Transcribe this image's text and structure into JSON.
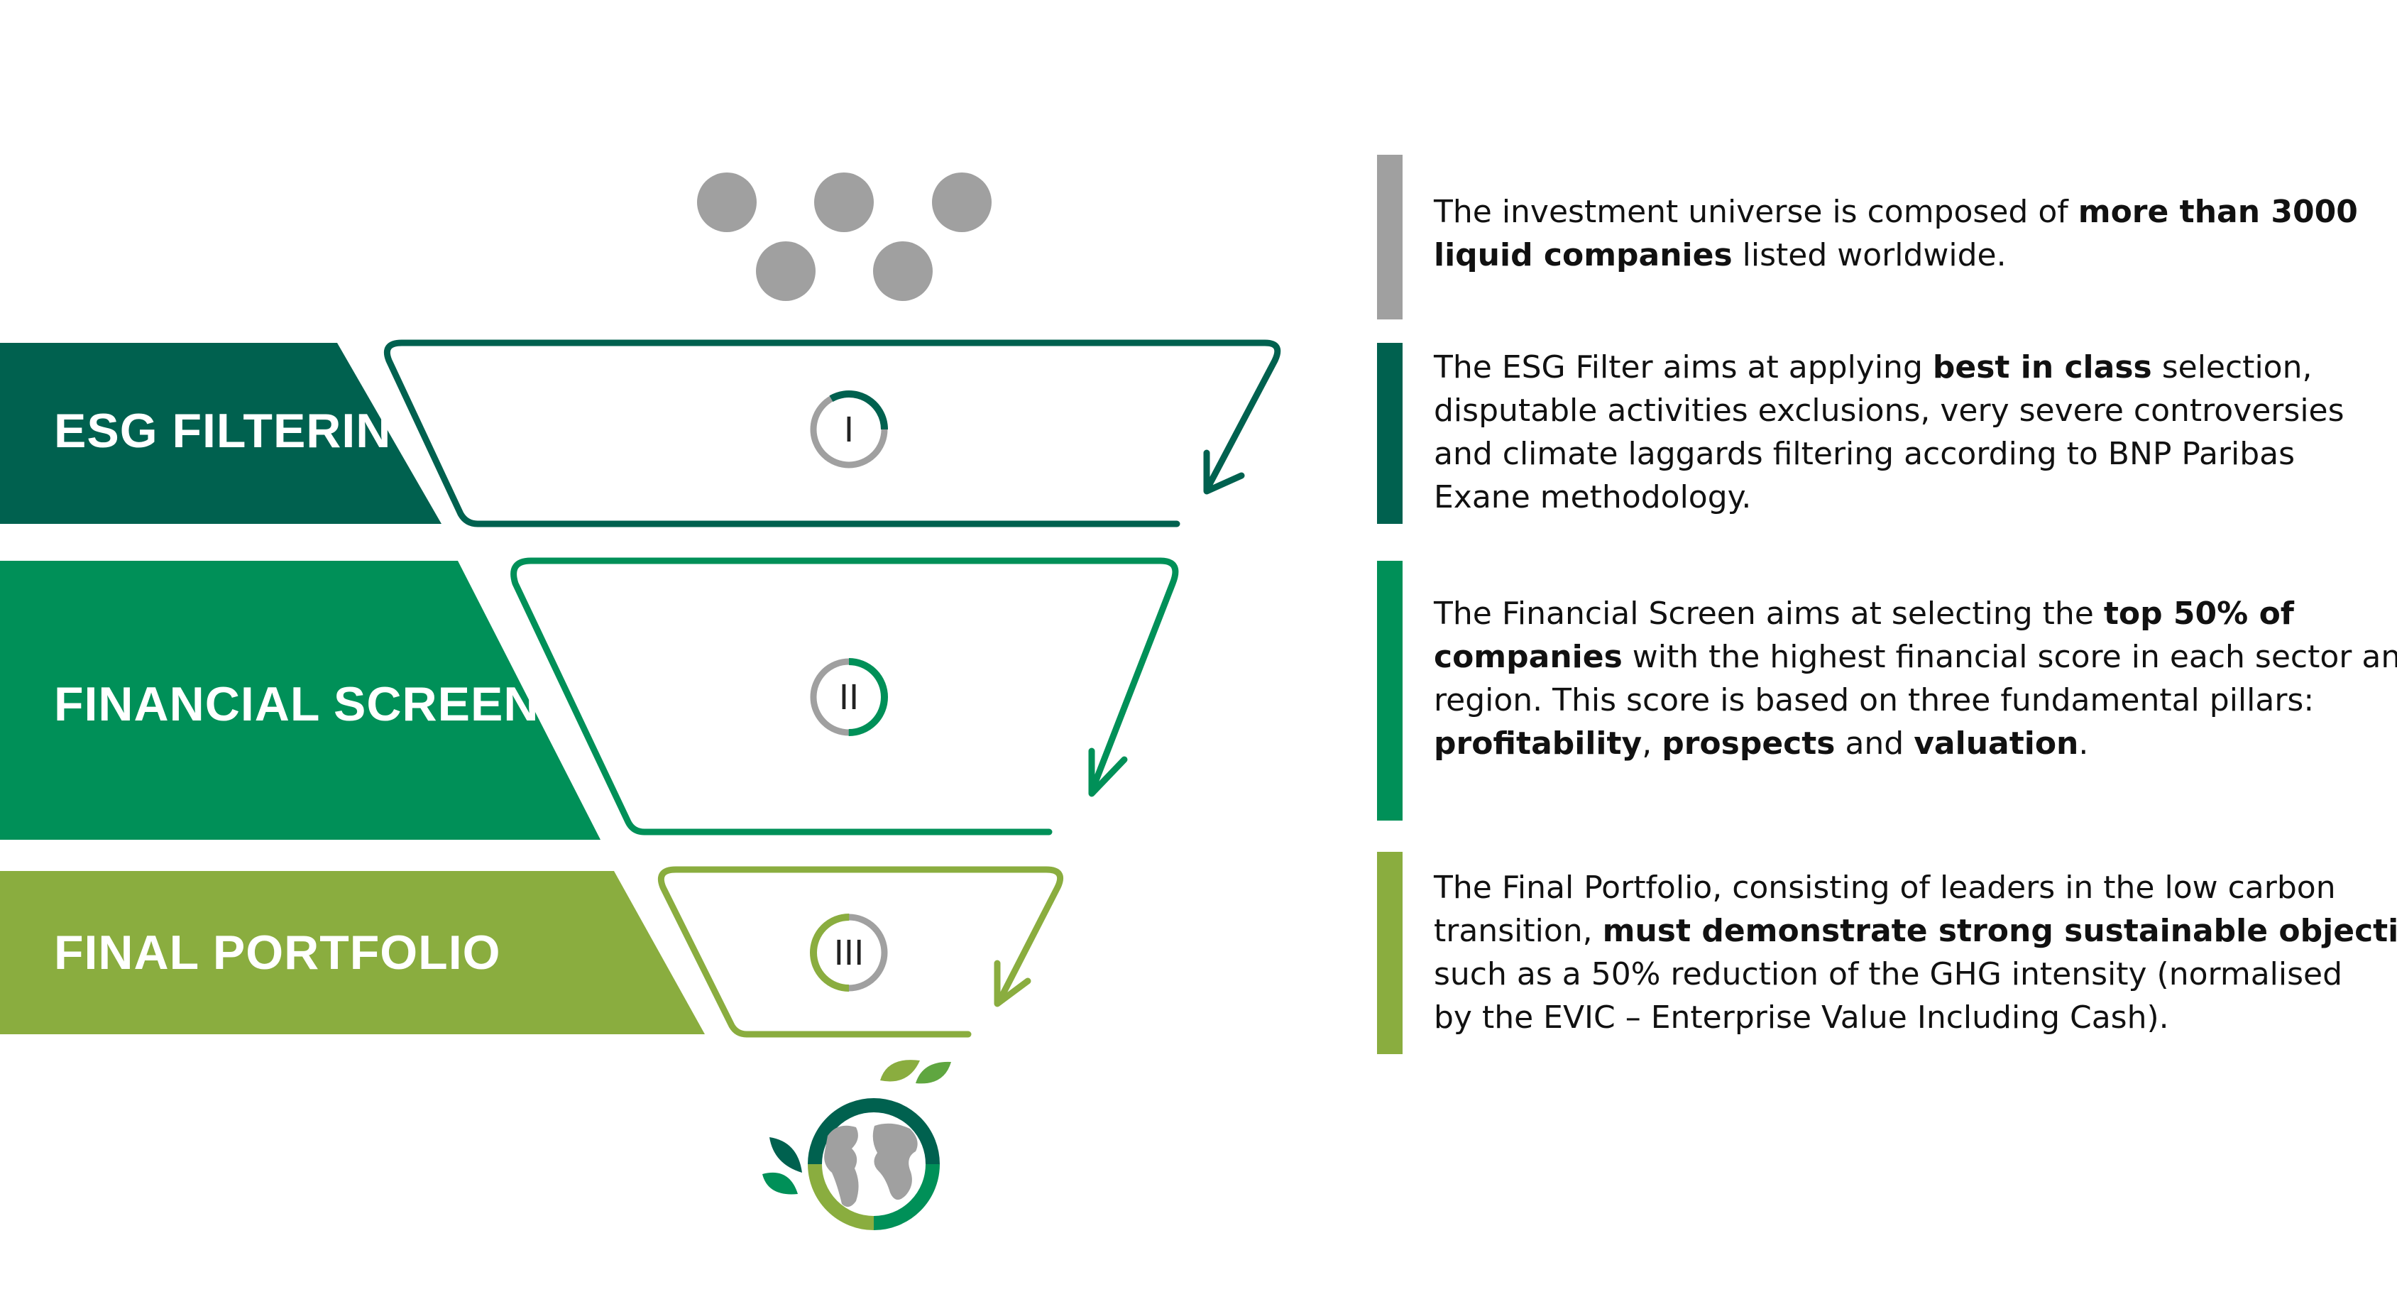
{
  "colors": {
    "grey": "#a0a0a0",
    "dark_green": "#00614f",
    "mid_green": "#009058",
    "light_green": "#8aad3f"
  },
  "stages": [
    {
      "label": "ESG FILTERING",
      "numeral": "I",
      "color": "#00614f",
      "ring_fraction": 0.333
    },
    {
      "label": "FINANCIAL SCREENING",
      "numeral": "II",
      "color": "#009058",
      "ring_fraction": 0.5
    },
    {
      "label": "FINAL PORTFOLIO",
      "numeral": "III",
      "color": "#8aad3f",
      "ring_fraction": 0.5
    }
  ],
  "descriptions": [
    {
      "color": "#a0a0a0",
      "lines": [
        [
          {
            "t": "The investment universe is composed of ",
            "b": false
          },
          {
            "t": "more than 3000",
            "b": true
          }
        ],
        [
          {
            "t": "liquid companies",
            "b": true
          },
          {
            "t": " listed worldwide.",
            "b": false
          }
        ]
      ]
    },
    {
      "color": "#00614f",
      "lines": [
        [
          {
            "t": "The ESG Filter aims at applying ",
            "b": false
          },
          {
            "t": "best in class",
            "b": true
          },
          {
            "t": " selection,",
            "b": false
          }
        ],
        [
          {
            "t": "disputable activities exclusions, very severe controversies",
            "b": false
          }
        ],
        [
          {
            "t": "and climate laggards filtering according to BNP Paribas",
            "b": false
          }
        ],
        [
          {
            "t": "Exane methodology.",
            "b": false
          }
        ]
      ]
    },
    {
      "color": "#009058",
      "lines": [
        [
          {
            "t": "The Financial Screen aims at selecting the ",
            "b": false
          },
          {
            "t": "top 50% of",
            "b": true
          }
        ],
        [
          {
            "t": "companies",
            "b": true
          },
          {
            "t": " with the highest financial score in each sector and",
            "b": false
          }
        ],
        [
          {
            "t": "region. This score is based on three fundamental pillars:",
            "b": false
          }
        ],
        [
          {
            "t": "profitability",
            "b": true
          },
          {
            "t": ", ",
            "b": false
          },
          {
            "t": "prospects",
            "b": true
          },
          {
            "t": " and ",
            "b": false
          },
          {
            "t": "valuation",
            "b": true
          },
          {
            "t": ".",
            "b": false
          }
        ]
      ]
    },
    {
      "color": "#8aad3f",
      "lines": [
        [
          {
            "t": "The Final Portfolio, consisting of leaders in the low carbon",
            "b": false
          }
        ],
        [
          {
            "t": "transition, ",
            "b": false
          },
          {
            "t": "must demonstrate strong sustainable objectives",
            "b": true
          },
          {
            "t": ",",
            "b": false
          }
        ],
        [
          {
            "t": "such as a 50% reduction of the GHG intensity (normalised",
            "b": false
          }
        ],
        [
          {
            "t": "by the EVIC – Enterprise Value Including Cash).",
            "b": false
          }
        ]
      ]
    }
  ]
}
